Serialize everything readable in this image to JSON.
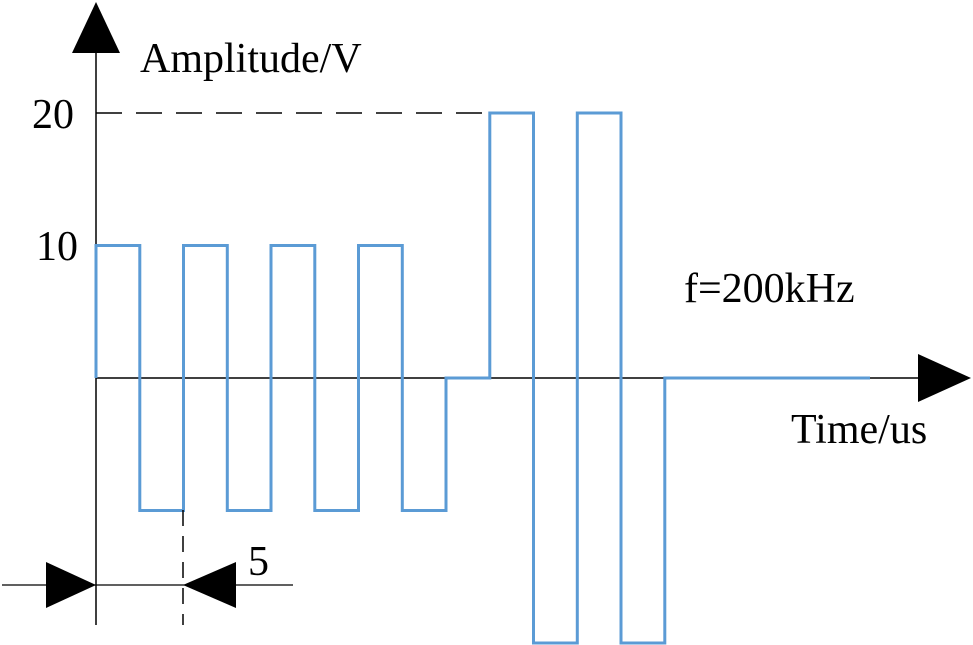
{
  "chart_data": {
    "type": "line",
    "ylabel": "Amplitude/V",
    "xlabel": "Time/us",
    "y_ticks": [
      "20",
      "10"
    ],
    "annotation": "f=200kHz",
    "dimension_label": "5",
    "series_color": "#5b9bd5",
    "axis_color": "#000000",
    "waveform": {
      "x": [
        0,
        2.5,
        2.5,
        5,
        5,
        7.5,
        7.5,
        10,
        10,
        12.5,
        12.5,
        15,
        15,
        17.5,
        17.5,
        20,
        20,
        22.5,
        22.5,
        25,
        25,
        27.5,
        27.5,
        30,
        30,
        32.5,
        32.5,
        35
      ],
      "y": [
        10,
        10,
        -10,
        -10,
        10,
        10,
        -10,
        -10,
        10,
        10,
        -10,
        -10,
        10,
        10,
        -10,
        -10,
        0,
        0,
        20,
        20,
        -20,
        -20,
        20,
        20,
        -20,
        -20,
        0,
        0
      ]
    }
  }
}
